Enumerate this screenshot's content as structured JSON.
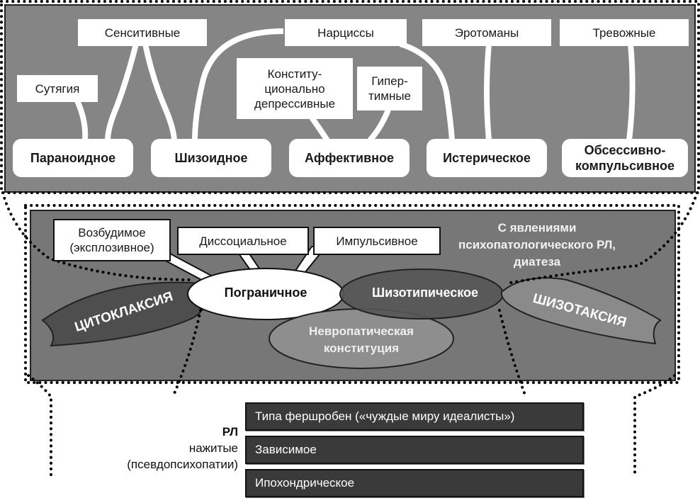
{
  "colors": {
    "top_panel": "#858585",
    "mid_panel": "#777777",
    "dark_bar": "#3a3a3a",
    "box": "#ffffff"
  },
  "top": {
    "secondary": {
      "sensitive": "Сенситивные",
      "narcissists": "Нарциссы",
      "erotomanes": "Эротоманы",
      "anxious": "Тревожные",
      "litigious": "Сутягия",
      "const_depressive": [
        "Конститу-",
        "ционально",
        "депрессивные"
      ],
      "hyperthymic": [
        "Гипер-",
        "тимные"
      ]
    },
    "main": {
      "paranoid": "Параноидное",
      "schizoid": "Шизоидное",
      "affective": "Аффективное",
      "hysteric": "Истерическое",
      "ocd": [
        "Обсессивно-",
        "компульсивное"
      ]
    }
  },
  "middle": {
    "excitable": [
      "Возбудимое",
      "(эксплозивное)"
    ],
    "dissocial": "Диссоциальное",
    "impulsive": "Импульсивное",
    "phenomena": [
      "С явлениями",
      "психопатологического РЛ,",
      "диатеза"
    ],
    "borderline": "Пограничное",
    "schizotypal": "Шизотипическое",
    "neuropathic": [
      "Невропатическая",
      "конституция"
    ],
    "cytoclaxia": "ЦИТОКЛАКСИЯ",
    "schizotaxia": "ШИЗОТАКСИЯ"
  },
  "bottom": {
    "label": [
      "РЛ",
      "нажитые",
      "(псевдопсихопатии)"
    ],
    "items": [
      "Типа фершробен («чуждые миру идеалисты»)",
      "Зависимое",
      "Ипохондрическое"
    ]
  }
}
